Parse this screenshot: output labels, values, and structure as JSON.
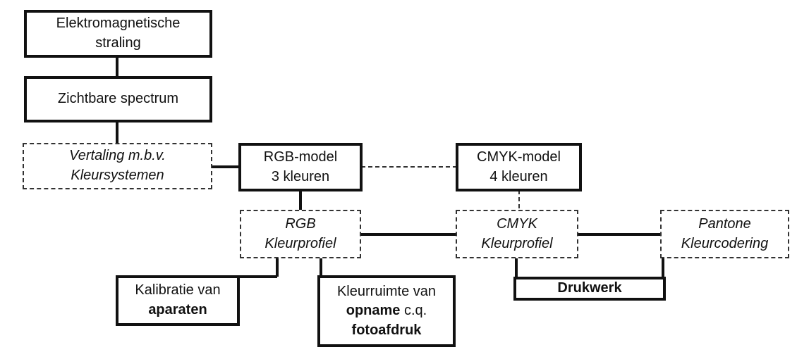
{
  "nodes": {
    "em": {
      "lines": [
        "Elektromagnetische",
        "straling"
      ]
    },
    "spectrum": {
      "lines": [
        "Zichtbare spectrum"
      ]
    },
    "vertaling": {
      "lines": [
        "Vertaling m.b.v.",
        "Kleursystemen"
      ]
    },
    "rgb_model": {
      "lines": [
        "RGB-model",
        "3 kleuren"
      ]
    },
    "cmyk_model": {
      "lines": [
        "CMYK-model",
        "4 kleuren"
      ]
    },
    "rgb_profiel": {
      "lines": [
        "RGB",
        "Kleurprofiel"
      ]
    },
    "cmyk_profiel": {
      "lines": [
        "CMYK",
        "Kleurprofiel"
      ]
    },
    "pantone": {
      "lines": [
        "Pantone",
        "Kleurcodering"
      ]
    },
    "kalibratie": {
      "line1": "Kalibratie van",
      "line2_bold": "aparaten"
    },
    "kleurruimte": {
      "line1": "Kleurruimte van",
      "line2_bold": "opname",
      "line2_rest": " c.q.",
      "line3_bold": "fotoafdruk"
    },
    "drukwerk": {
      "label": "Drukwerk"
    }
  }
}
